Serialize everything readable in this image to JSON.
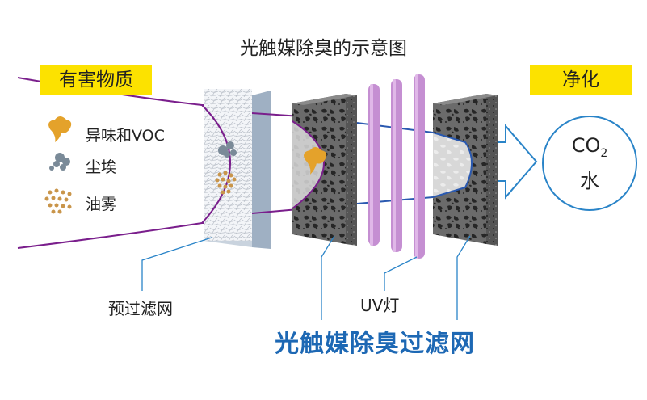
{
  "title": "光触媒除臭的示意图",
  "tags": {
    "left": "有害物质",
    "right": "净化"
  },
  "legend": [
    {
      "label": "异味和VOC",
      "icon": "smell-icon"
    },
    {
      "label": "尘埃",
      "icon": "dust-icon"
    },
    {
      "label": "油雾",
      "icon": "oil-mist-icon"
    }
  ],
  "labels": {
    "prefilter": "预过滤网",
    "uv_lamp": "UV灯",
    "main_filter": "光触媒除臭过滤网"
  },
  "output": {
    "co2_main": "CO",
    "co2_sub": "2",
    "water": "水"
  },
  "colors": {
    "yellow": "#fce200",
    "purple_line": "#7a1e8c",
    "blue_text": "#1d68b4",
    "uv_tube": "#c58fd2"
  }
}
